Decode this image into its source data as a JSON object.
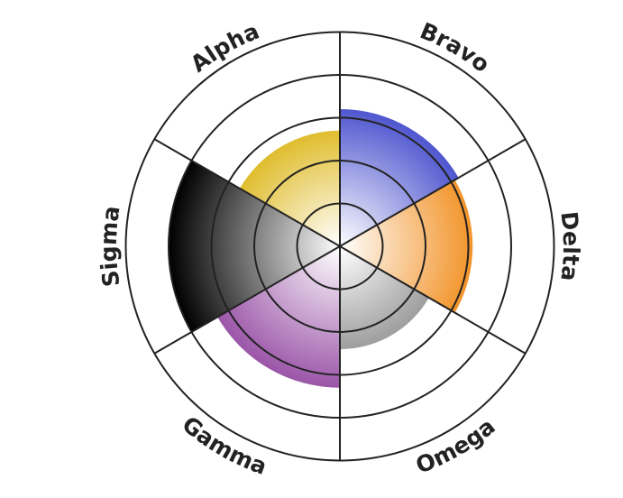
{
  "chart_data": {
    "type": "polar-area",
    "title": "",
    "categories": [
      "Bravo",
      "Delta",
      "Omega",
      "Gamma",
      "Sigma",
      "Alpha"
    ],
    "values": [
      3.2,
      3.1,
      2.4,
      3.3,
      4.0,
      2.7
    ],
    "colors": [
      "#4f56cf",
      "#f2942a",
      "#9e9e9e",
      "#9b55a8",
      "#000000",
      "#e0bd2e"
    ],
    "radial_axis": {
      "min": 0,
      "max": 5,
      "rings": 5
    },
    "grid": true,
    "legend": "none"
  }
}
